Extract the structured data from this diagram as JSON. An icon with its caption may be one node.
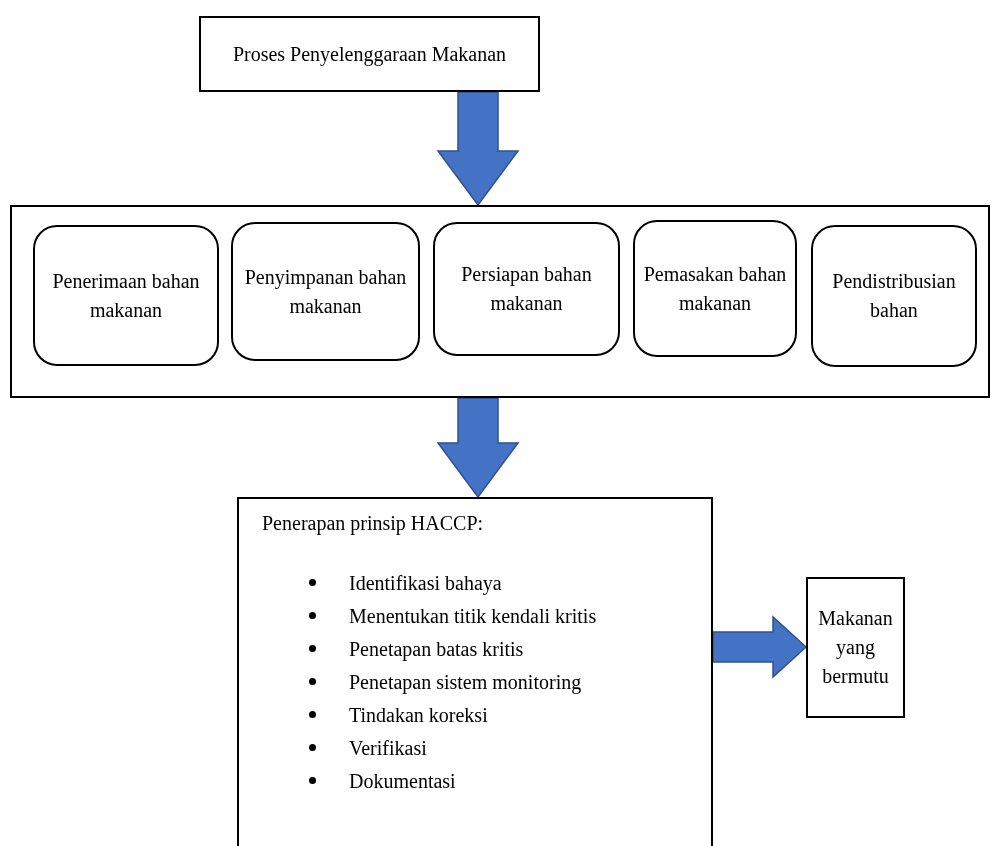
{
  "diagram": {
    "nodes": [
      {
        "text": [
          "Proses Penyelenggaraan Makanan"
        ]
      },
      {
        "text": [],
        "shape": "box"
      },
      {
        "text": [
          "Penerimaan bahan makanan"
        ],
        "in": 1
      },
      {
        "text": [
          "Penyimpanan bahan makanan"
        ],
        "in": 1
      },
      {
        "text": [
          "Persiapan bahan makanan"
        ],
        "in": 1
      },
      {
        "text": [
          "Pemasakan bahan makanan"
        ],
        "in": 1
      },
      {
        "text": [
          "Pendistribusian bahan"
        ],
        "in": 1
      },
      {
        "text": [
          "Penerapan prinsip HACCP:",
          "Identifikasi bahaya",
          "Menentukan titik kendali kritis",
          "Penetapan batas kritis",
          "Penetapan sistem monitoring",
          "Tindakan koreksi",
          "Verifikasi",
          "Dokumentasi"
        ]
      },
      {
        "text": [
          "Makanan yang bermutu"
        ]
      }
    ],
    "edges": [
      {
        "from": 0,
        "to": 1,
        "arrow": "to"
      },
      {
        "from": 1,
        "to": 7,
        "arrow": "to"
      },
      {
        "from": 7,
        "to": 8,
        "arrow": "to"
      }
    ]
  }
}
